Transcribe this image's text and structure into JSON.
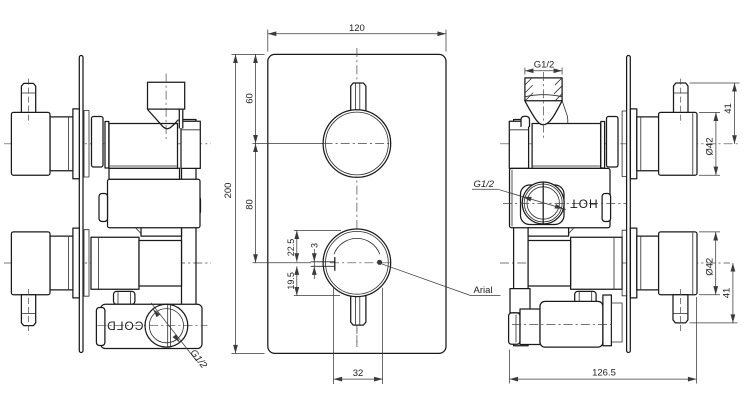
{
  "drawing": {
    "type": "technical-cad-drawing",
    "subject": "concealed twin thermostatic shower valve - three orthographic views",
    "colors": {
      "line": "#1a1a1a",
      "dimension": "#3a3a3a",
      "background": "#ffffff"
    },
    "front_view": {
      "plate_width": "120",
      "plate_height": "200",
      "top_knob_offset": "60",
      "knob_spacing": "80",
      "indicator_above": "22.5",
      "indicator_thickness": "3",
      "indicator_below": "19.5",
      "handle_width": "32",
      "annotation": "Arial"
    },
    "left_view": {
      "cold_port_label": "COLD",
      "cold_thread_label": "G1/2"
    },
    "right_view": {
      "top_thread_label": "G1/2",
      "hot_thread_label": "G1/2",
      "hot_port_label": "HOT",
      "knob_diameter_top": "Ø42",
      "knob_length_top": "41",
      "knob_diameter_bottom": "Ø42",
      "knob_length_bottom": "41",
      "overall_depth": "126.5"
    }
  }
}
